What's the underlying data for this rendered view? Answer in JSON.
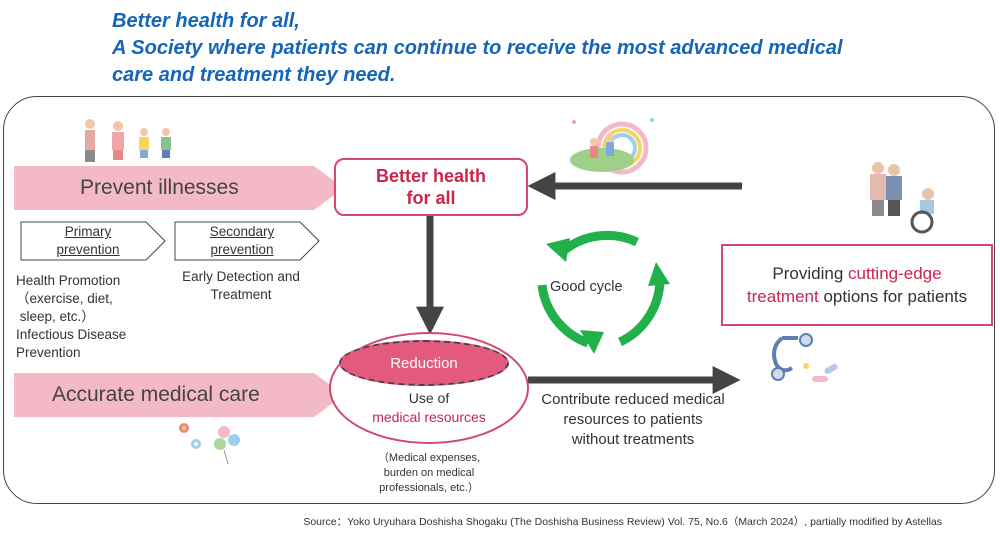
{
  "headline": {
    "line1": "Better health for all,",
    "line2": "A Society where patients can continue to receive the most advanced medical",
    "line3": "care and  treatment they need."
  },
  "prevent": {
    "label": "Prevent illnesses",
    "primary": {
      "line1": "Primary",
      "line2": "prevention"
    },
    "secondary": {
      "line1": "Secondary",
      "line2": "prevention"
    },
    "primary_desc": [
      "Health Promotion",
      "（exercise, diet,",
      " sleep, etc.）",
      "Infectious Disease",
      "Prevention"
    ],
    "secondary_desc": [
      "Early Detection and",
      "Treatment"
    ]
  },
  "accurate": {
    "label": "Accurate medical care"
  },
  "better_health": {
    "line1": "Better health",
    "line2": "for all"
  },
  "cycle": {
    "label": "Good cycle"
  },
  "reduction": {
    "label": "Reduction",
    "use_of": "Use of",
    "resources": "medical resources",
    "note": [
      "（Medical expenses,",
      "burden on medical",
      "professionals, etc.）"
    ]
  },
  "contribute": {
    "lines": [
      "Contribute reduced medical",
      "resources to patients",
      "without treatments"
    ]
  },
  "providing": {
    "pre": "Providing ",
    "highlight1": "cutting-edge",
    "highlight2": "treatment",
    "post": " options for patients"
  },
  "source": "Source：Yoko Uryuhara  Doshisha Shogaku (The Doshisha Business Review) Vol. 75, No.6（March 2024）, partially modified by Astellas",
  "colors": {
    "headline": "#1566b8",
    "pink": "#f4b9c6",
    "crimson": "#c8264f",
    "green": "#22b04b",
    "gray_arrow": "#444444"
  },
  "icons": [
    "people-exercising-illustration",
    "family-celebration-illustration",
    "elderly-couple-wheelchair-illustration",
    "stethoscope-medicine-illustration",
    "balloons-flowers-illustration"
  ]
}
